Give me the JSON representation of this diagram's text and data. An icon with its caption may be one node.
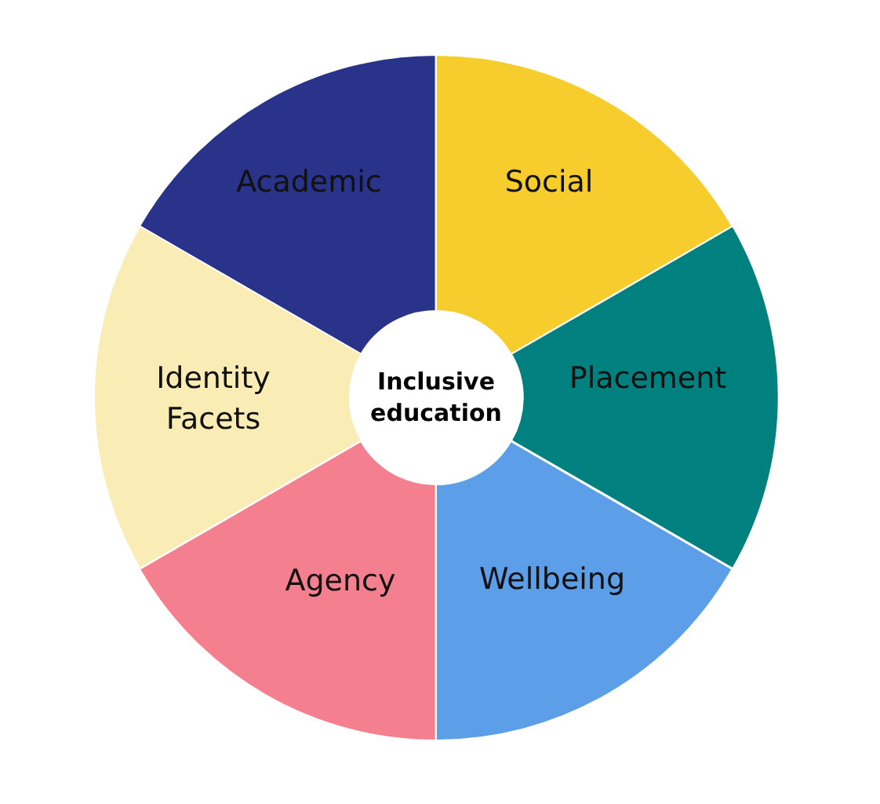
{
  "diagram": {
    "nodes": [
      {
        "text": [
          "Inclusive education"
        ]
      },
      {
        "text": [
          "Academic"
        ]
      },
      {
        "text": [
          "Social"
        ]
      },
      {
        "text": [
          "Identity Facets"
        ]
      },
      {
        "text": [
          "Placement"
        ]
      },
      {
        "text": [
          "Agency"
        ]
      },
      {
        "text": [
          "Wellbeing"
        ]
      }
    ]
  }
}
